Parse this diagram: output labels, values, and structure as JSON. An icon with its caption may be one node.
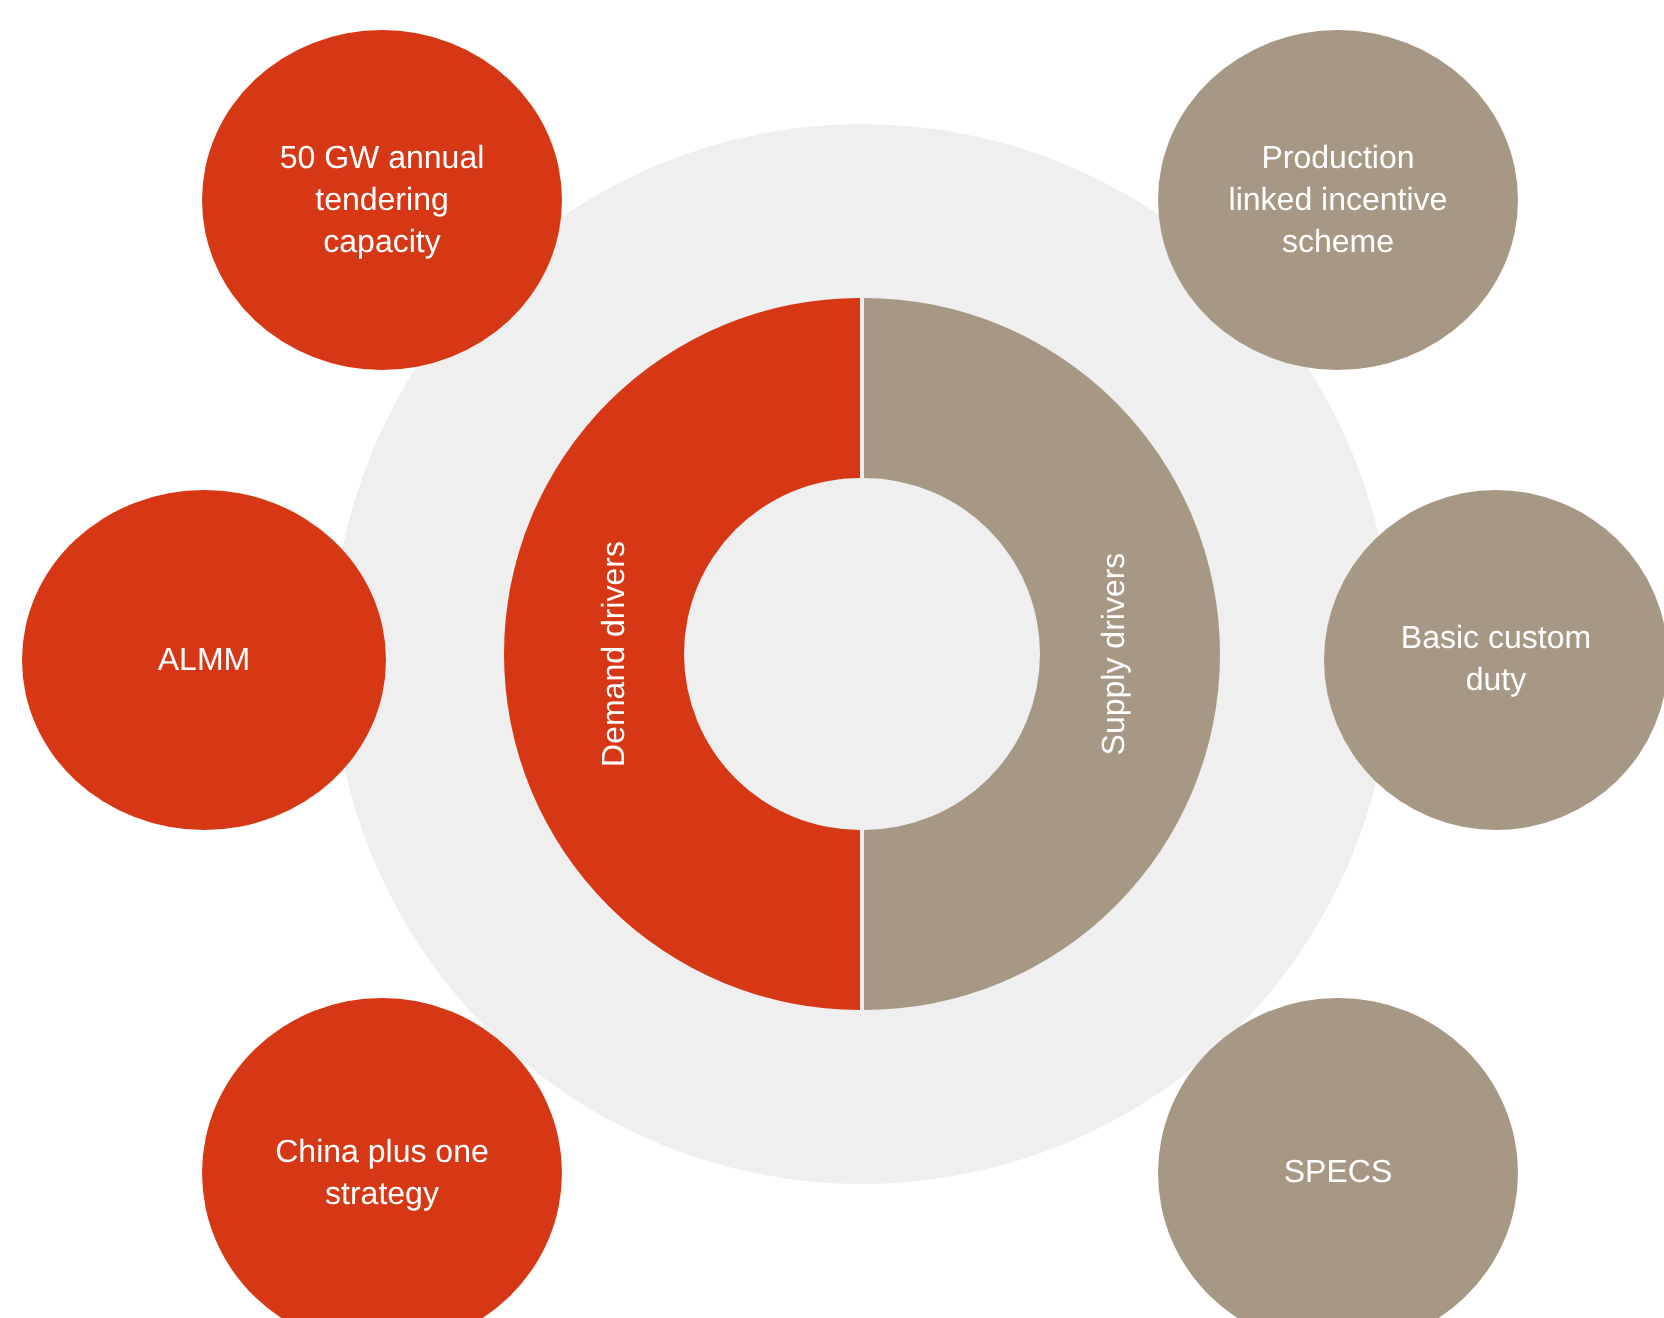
{
  "diagram": {
    "nodes": [
      {
        "text": [
          "50 GW annual tendering capacity"
        ]
      },
      {
        "text": [
          "Production linked incentive scheme"
        ]
      },
      {
        "text": [
          "Demand drivers"
        ]
      },
      {
        "text": [
          "Supply drivers"
        ]
      },
      {
        "text": [
          "ALMM"
        ]
      },
      {
        "text": [
          "Basic custom duty"
        ]
      },
      {
        "text": [
          "China plus one strategy"
        ]
      },
      {
        "text": [
          "SPECS"
        ]
      }
    ],
    "edges": []
  }
}
